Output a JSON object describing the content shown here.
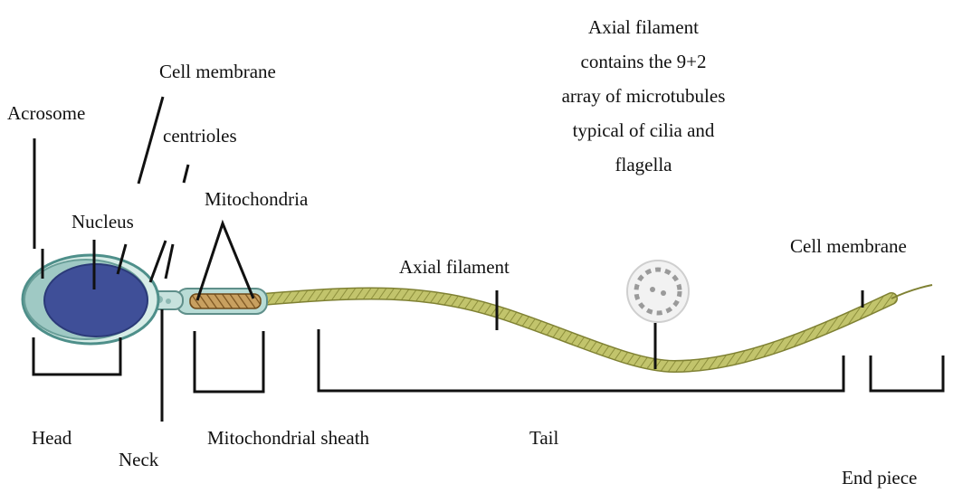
{
  "labels": {
    "acrosome": "Acrosome",
    "cell_membrane_top": "Cell membrane",
    "centrioles": "centrioles",
    "nucleus": "Nucleus",
    "mitochondria": "Mitochondria",
    "axial_filament": "Axial filament",
    "cell_membrane_right": "Cell membrane",
    "head": "Head",
    "neck": "Neck",
    "mitochondrial_sheath": "Mitochondrial sheath",
    "tail": "Tail",
    "end_piece": "End piece"
  },
  "callout": {
    "lines": [
      "Axial filament",
      "contains the 9+2",
      "array of microtubules",
      "typical of cilia and",
      "flagella"
    ]
  },
  "colors": {
    "head_outer": "#9fc9c4",
    "nucleus": "#3f4f98",
    "midpiece": "#b08640",
    "tail": "#b9bd60",
    "ink": "#111111"
  }
}
